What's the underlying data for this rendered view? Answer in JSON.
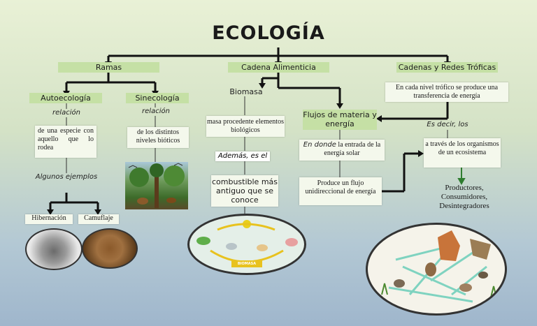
{
  "title": "ECOLOGÍA",
  "branches": {
    "ramas": "Ramas",
    "cadena": "Cadena Alimenticia",
    "redes": "Cadenas y Redes Tróficas"
  },
  "ramas": {
    "autoecologia": "Autoecología",
    "sinecologia": "Sinecología",
    "auto_relation": "relación",
    "sine_relation": "relación",
    "auto_text": "de una especie con aquello que lo rodea",
    "sine_text": "de los distintos niveles bióticos",
    "ejemplos": "Algunos ejemplos",
    "hibernacion": "Hibernación",
    "camuflaje": "Camuflaje"
  },
  "cadena": {
    "biomasa": "Biomasa",
    "masa_text": "masa procedente elementos biológicos",
    "ademas": "Además, es el",
    "combustible": "combustible más antiguo que se conoce",
    "flujos": "Flujos de materia y energía",
    "en_donde": "En donde",
    "entrada": "la entrada de la energía solar",
    "produce": "Produce un flujo unidireccional de energía",
    "diagram_label": "BIOMASA"
  },
  "redes": {
    "cada_nivel": "En cada nivel trófico se produce una transferencia de energía",
    "es_decir": "Es decir, los",
    "traves": "a través de los organismos de un ecosistema",
    "productores": "Productores, Consumidores, Desintegradores"
  },
  "colors": {
    "band": "#c5e0a5",
    "box": "#f4f8ec",
    "line": "#111111"
  }
}
